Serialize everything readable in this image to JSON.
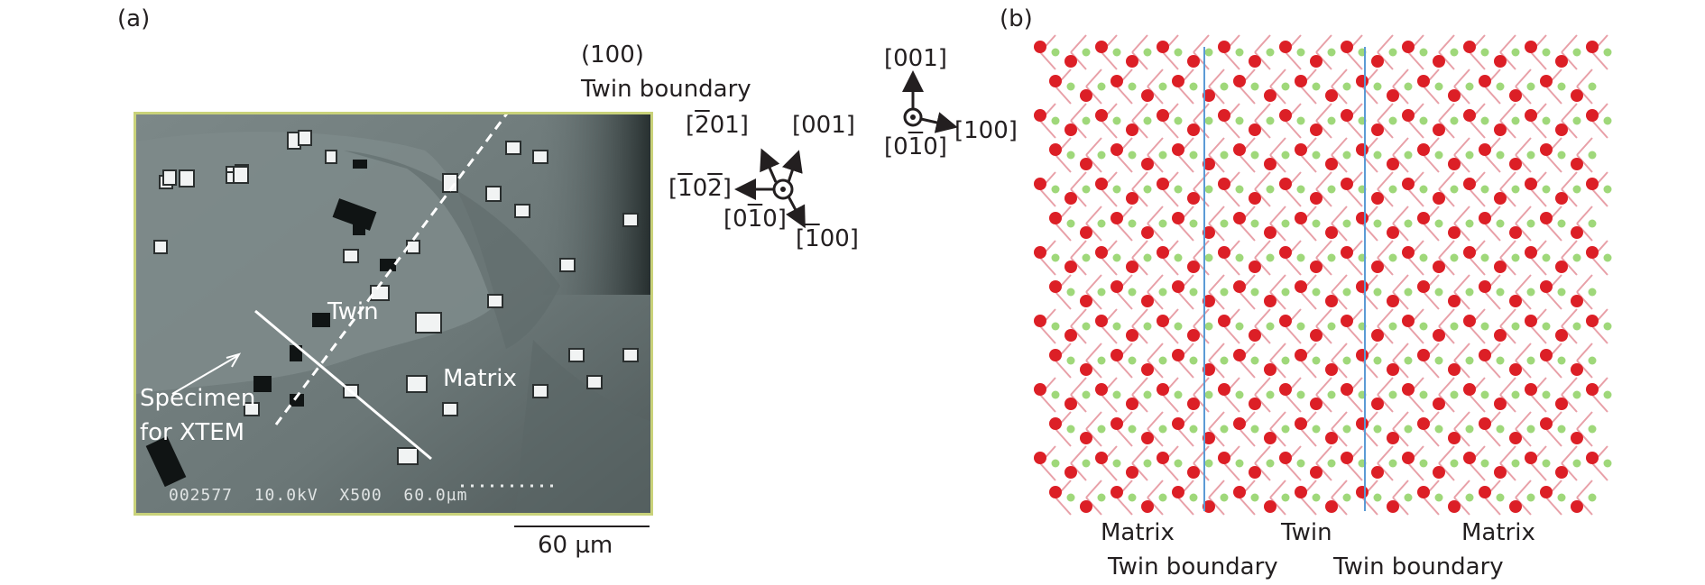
{
  "panel_a": {
    "label": "(a)",
    "plane_label": "(100)",
    "boundary_label": "Twin boundary",
    "twin_label": "Twin",
    "matrix_label": "Matrix",
    "specimen_label_1": "Specimen",
    "specimen_label_2": "for XTEM",
    "sem_info": "002577  10.0kV  X500  60.0µm",
    "scale_bar_label": "60 µm",
    "colors": {
      "sem_background": "#6f7b7b",
      "frame": "#c9d27a",
      "annotation": "#ffffff"
    }
  },
  "axes_rotated": {
    "up_left": {
      "open": "[",
      "overbar": "2",
      "rest": "01]"
    },
    "up_right": "[001]",
    "left": {
      "open": "[",
      "bar1": "1",
      "mid": "0",
      "bar2": "2",
      "close": "]"
    },
    "center": {
      "open": "[0",
      "overbar": "1",
      "rest": "0]"
    },
    "down_right": {
      "open": "[",
      "overbar": "1",
      "rest": "00]"
    }
  },
  "axes_simple": {
    "up": "[001]",
    "center": {
      "open": "[0",
      "overbar": "1",
      "rest": "0]"
    },
    "right": "[100]"
  },
  "panel_b": {
    "label": "(b)",
    "matrix_left": "Matrix",
    "twin": "Twin",
    "matrix_right": "Matrix",
    "boundary_left": "Twin boundary",
    "boundary_right": "Twin boundary",
    "colors": {
      "oxygen": "#dc1f26",
      "cation": "#9fd87a",
      "boundary_line": "#5b9bd5"
    }
  }
}
